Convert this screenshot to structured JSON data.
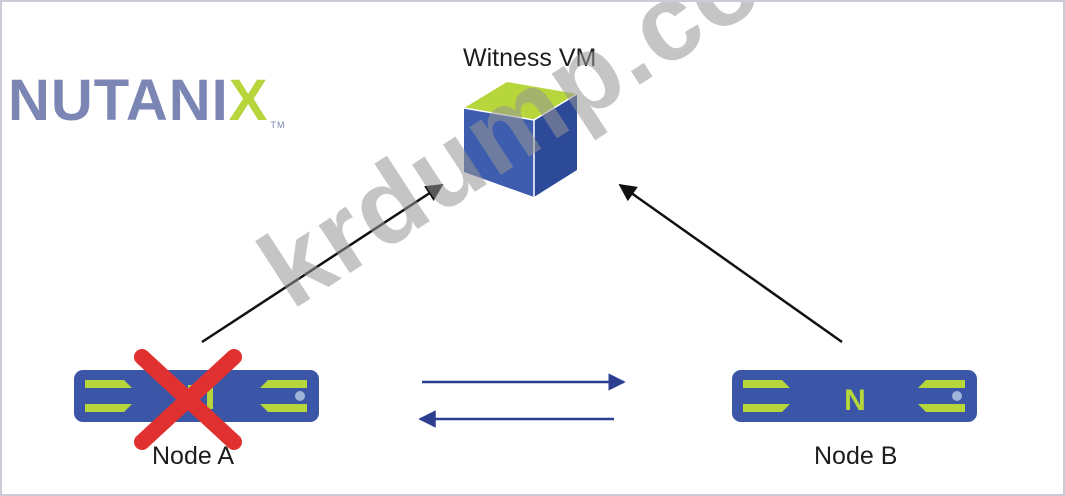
{
  "logo": {
    "text_main": "NUTANI",
    "text_x": "X",
    "trademark": "TM"
  },
  "witness": {
    "label": "Witness VM"
  },
  "node_a": {
    "label": "Node A",
    "status": "failed"
  },
  "node_b": {
    "label": "Node B",
    "badge_letter": "N"
  },
  "watermark": {
    "text": "krdump.com"
  },
  "colors": {
    "node_blue": "#3b56a7",
    "node_green": "#b6d63c",
    "cube_top": "#b6d63c",
    "cube_front": "#3f5dae",
    "cube_side": "#2d4a99",
    "failure_x": "#e03030",
    "link_blue": "#2c3e8f"
  }
}
